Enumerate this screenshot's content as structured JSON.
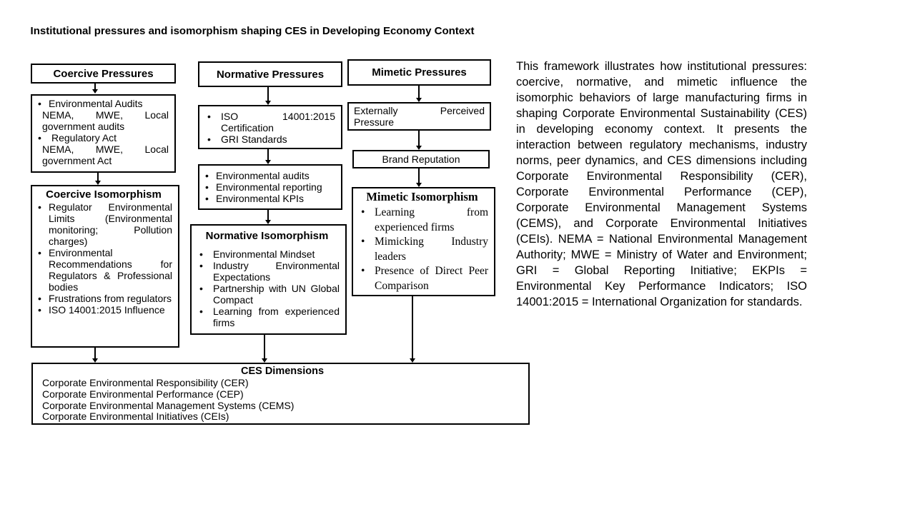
{
  "title": "Institutional pressures and isomorphism shaping CES in Developing Economy Context",
  "colors": {
    "ink": "#000000",
    "paper": "#ffffff"
  },
  "coercive": {
    "header": "Coercive Pressures",
    "box1": {
      "items": [
        "Environmental Audits",
        "NEMA, MWE, Local government audits",
        "Regulatory Act",
        "NEMA, MWE, Local government Act"
      ]
    },
    "isom": {
      "title": "Coercive Isomorphism",
      "items": [
        "Regulator Environmental Limits (Environmental monitoring; Pollution charges)",
        "Environmental Recommendations for Regulators & Professional bodies",
        "Frustrations from regulators",
        "ISO 14001:2015 Influence"
      ]
    }
  },
  "normative": {
    "header": "Normative Pressures",
    "box1": {
      "items": [
        "ISO 14001:2015 Certification",
        "GRI Standards"
      ]
    },
    "box2": {
      "items": [
        "Environmental audits",
        "Environmental reporting",
        "Environmental KPIs"
      ]
    },
    "isom": {
      "title": "Normative Isomorphism",
      "items": [
        "Environmental Mindset",
        "Industry Environmental Expectations",
        "Partnership with UN Global Compact",
        "Learning from experienced firms"
      ]
    }
  },
  "mimetic": {
    "header": "Mimetic Pressures",
    "box1": {
      "text": "Externally Perceived Pressure"
    },
    "box2": {
      "text": "Brand Reputation"
    },
    "isom": {
      "title": "Mimetic Isomorphism",
      "items": [
        "Learning from experienced firms",
        "Mimicking Industry leaders",
        "Presence of Direct Peer Comparison"
      ]
    }
  },
  "ces": {
    "title": "CES Dimensions",
    "items": [
      "Corporate Environmental Responsibility (CER)",
      "Corporate Environmental Performance (CEP)",
      "Corporate Environmental Management Systems (CEMS)",
      "Corporate Environmental Initiatives (CEIs)"
    ]
  },
  "description": "This framework illustrates how institutional pressures: coercive, normative, and mimetic influence the isomorphic behaviors of large manufacturing firms in shaping Corporate Environmental Sustainability (CES) in developing economy context. It presents the interaction between regulatory mechanisms, industry norms, peer dynamics, and CES dimensions including Corporate Environmental Responsibility (CER), Corporate Environmental Performance (CEP), Corporate Environmental Management Systems (CEMS), and Corporate Environmental Initiatives (CEIs). NEMA = National Environmental Management Authority; MWE = Ministry of Water and Environment; GRI = Global Reporting Initiative; EKPIs = Environmental Key Performance Indicators; ISO 14001:2015 = International Organization for standards."
}
